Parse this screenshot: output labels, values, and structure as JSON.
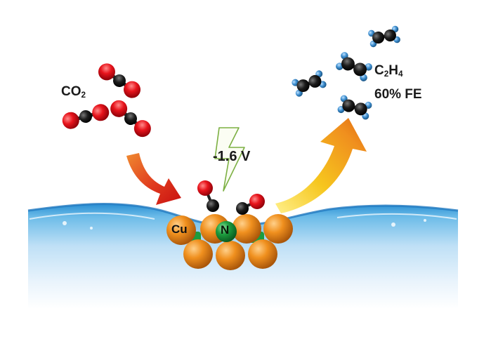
{
  "labels": {
    "reactant": {
      "main": "CO",
      "sub": "2"
    },
    "product": {
      "c": "C",
      "c_sub": "2",
      "h": "H",
      "h_sub": "4"
    },
    "efficiency": "60% FE",
    "voltage": "-1.6 V",
    "metal": "Cu",
    "dopant": "N"
  },
  "colors": {
    "oxygen": "#e8141c",
    "carbon": "#1c1c1c",
    "hydrogen": "#3f8fd0",
    "copper": "#f0901e",
    "nitrogen": "#1c9c3e",
    "water": "#4aa6dd",
    "arrow_in": "#e03a1e",
    "arrow_out": "#f2b81c"
  },
  "icons": [
    "lightning-bolt-icon",
    "curved-arrow-in-icon",
    "curved-arrow-out-icon"
  ]
}
